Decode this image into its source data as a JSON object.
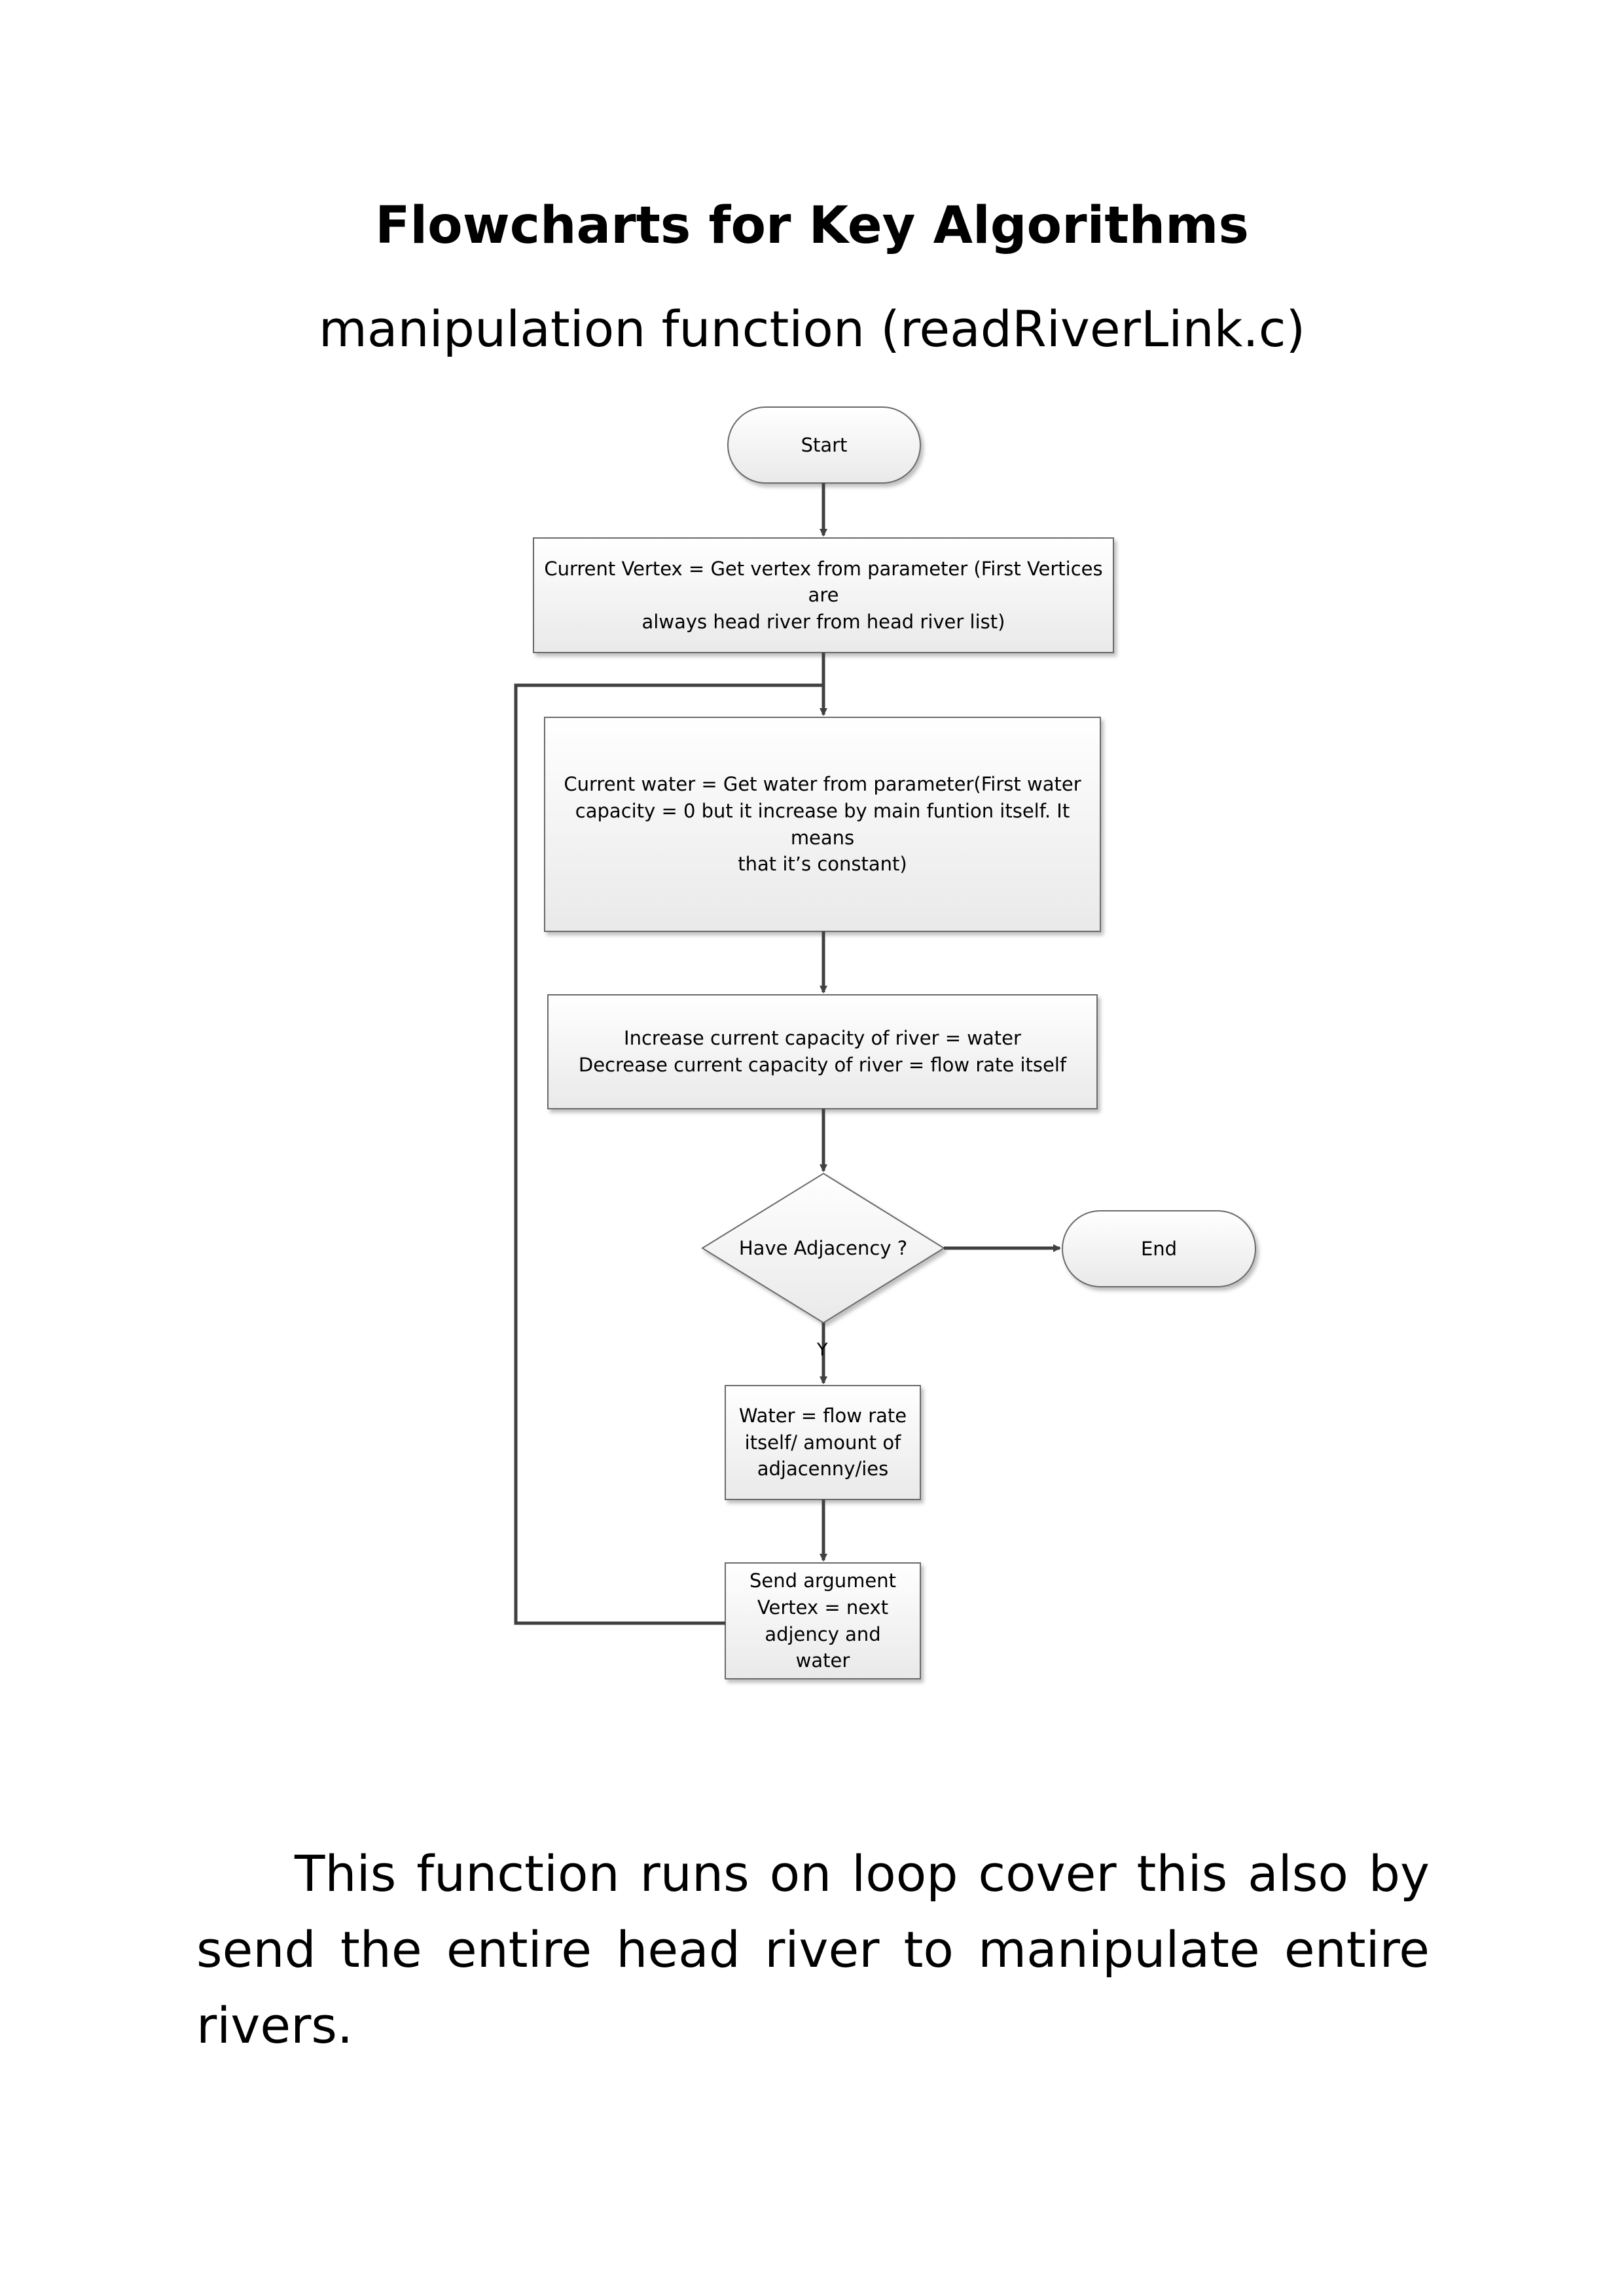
{
  "title": "Flowcharts for Key Algorithms",
  "subtitle": "manipulation function (readRiverLink.c)",
  "nodes": {
    "start": "Start",
    "current_vertex": "Current  Vertex = Get vertex from parameter (First Vertices are\nalways head river from head river list)",
    "current_water": "Current water = Get water from parameter(First water\ncapacity = 0 but it increase by main funtion itself. It means\nthat it’s constant)",
    "capacity": "Increase current capacity of river = water\nDecrease current capacity of river = flow rate itself",
    "decision": "Have Adjacency ?",
    "end": "End",
    "water": "Water = flow rate\nitself/ amount of\nadjacenny/ies",
    "send": "Send argument\nVertex = next\nadjency and\nwater"
  },
  "edge_labels": {
    "yes": "Y"
  },
  "paragraph": "This function runs on loop cover this also by send the entire head river to manipulate entire rivers."
}
